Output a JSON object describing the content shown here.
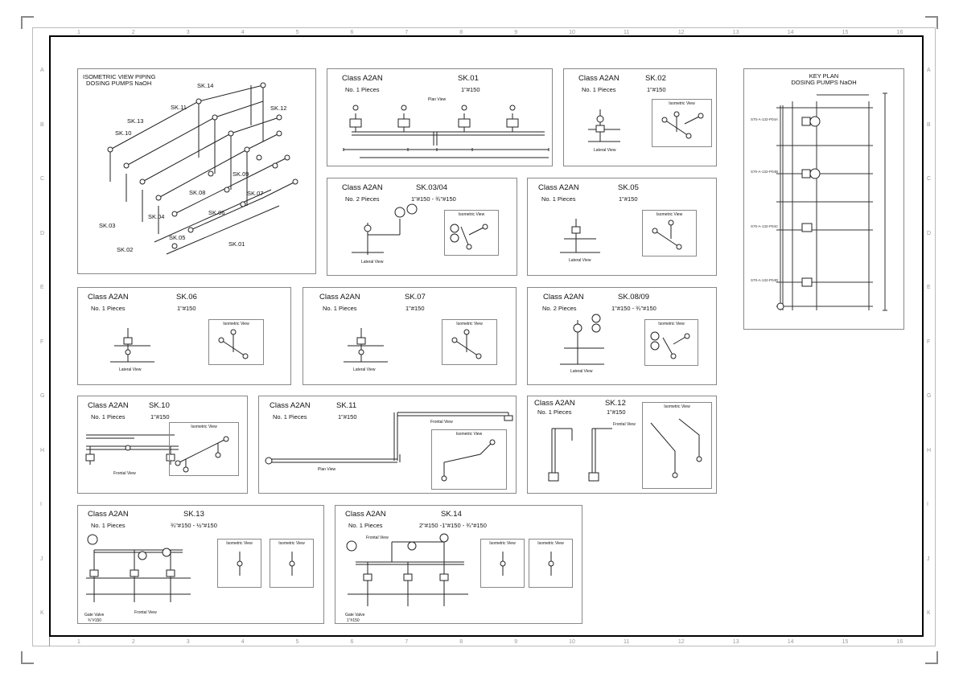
{
  "rulers": {
    "columns": [
      "1",
      "2",
      "3",
      "4",
      "5",
      "6",
      "7",
      "8",
      "9",
      "10",
      "11",
      "12",
      "13",
      "14",
      "15",
      "16"
    ],
    "rows": [
      "A",
      "B",
      "C",
      "D",
      "E",
      "F",
      "G",
      "H",
      "I",
      "J",
      "K"
    ]
  },
  "overview": {
    "title_line1": "ISOMETRIC VIEW PIPING",
    "title_line2": "DOSING PUMPS NaOH",
    "labels": [
      "SK.14",
      "SK.11",
      "SK.13",
      "SK.10",
      "SK.12",
      "SK.09",
      "SK.08",
      "SK.07",
      "SK.06",
      "SK.05",
      "SK.04",
      "SK.03",
      "SK.02",
      "SK.01"
    ]
  },
  "keyplan": {
    "title_line1": "KEY PLAN",
    "title_line2": "DOSING PUMPS NaOH",
    "tags": [
      "S70-A-132-P04A",
      "S70-A-132-P04B",
      "S70-A-132-P04C",
      "S70-A-132-P04D"
    ]
  },
  "panels": {
    "sk01": {
      "cls": "Class A2AN",
      "sk": "SK.01",
      "pieces": "No. 1 Pieces",
      "spec": "1\"#150",
      "view": "Plan View"
    },
    "sk02": {
      "cls": "Class A2AN",
      "sk": "SK.02",
      "pieces": "No. 1 Pieces",
      "spec": "1\"#150",
      "view": "Lateral View",
      "iso": "Isometric View"
    },
    "sk0304": {
      "cls": "Class A2AN",
      "sk": "SK.03/04",
      "pieces": "No. 2 Pieces",
      "spec": "1\"#150 - ¾\"#150",
      "view": "Lateral View",
      "iso": "Isometric View"
    },
    "sk05": {
      "cls": "Class A2AN",
      "sk": "SK.05",
      "pieces": "No. 1 Pieces",
      "spec": "1\"#150",
      "view": "Lateral View",
      "iso": "Isometric View"
    },
    "sk06": {
      "cls": "Class A2AN",
      "sk": "SK.06",
      "pieces": "No. 1 Pieces",
      "spec": "1\"#150",
      "view": "Lateral View",
      "iso": "Isometric View"
    },
    "sk07": {
      "cls": "Class A2AN",
      "sk": "SK.07",
      "pieces": "No. 1 Pieces",
      "spec": "1\"#150",
      "view": "Lateral View",
      "iso": "Isometric View"
    },
    "sk0809": {
      "cls": "Class A2AN",
      "sk": "SK.08/09",
      "pieces": "No. 2 Pieces",
      "spec": "1\"#150 - ¾\"#150",
      "view": "Lateral View",
      "iso": "Isometric View"
    },
    "sk10": {
      "cls": "Class A2AN",
      "sk": "SK.10",
      "pieces": "No. 1 Pieces",
      "spec": "1\"#150",
      "view": "Frontal View",
      "iso": "Isometric View"
    },
    "sk11": {
      "cls": "Class A2AN",
      "sk": "SK.11",
      "pieces": "No. 1 Pieces",
      "spec": "1\"#150",
      "view": "Plan View",
      "view2": "Frontal View",
      "iso": "Isometric View"
    },
    "sk12": {
      "cls": "Class A2AN",
      "sk": "SK.12",
      "pieces": "No. 1 Pieces",
      "spec": "1\"#150",
      "view": "Frontal View",
      "iso": "Isometric View"
    },
    "sk13": {
      "cls": "Class A2AN",
      "sk": "SK.13",
      "pieces": "No. 1 Pieces",
      "spec": "¾\"#150 - ½\"#150",
      "view": "Frontal View",
      "iso": "Isometric View",
      "gate": "Gate Valve",
      "gate_spec": "¾\"#150"
    },
    "sk14": {
      "cls": "Class A2AN",
      "sk": "SK.14",
      "pieces": "No. 1 Pieces",
      "spec": "2\"#150 -1\"#150 - ¾\"#150",
      "view": "Frontal View",
      "iso": "Isometric View",
      "gate": "Gate Valve",
      "gate_spec": "1\"#150"
    }
  }
}
